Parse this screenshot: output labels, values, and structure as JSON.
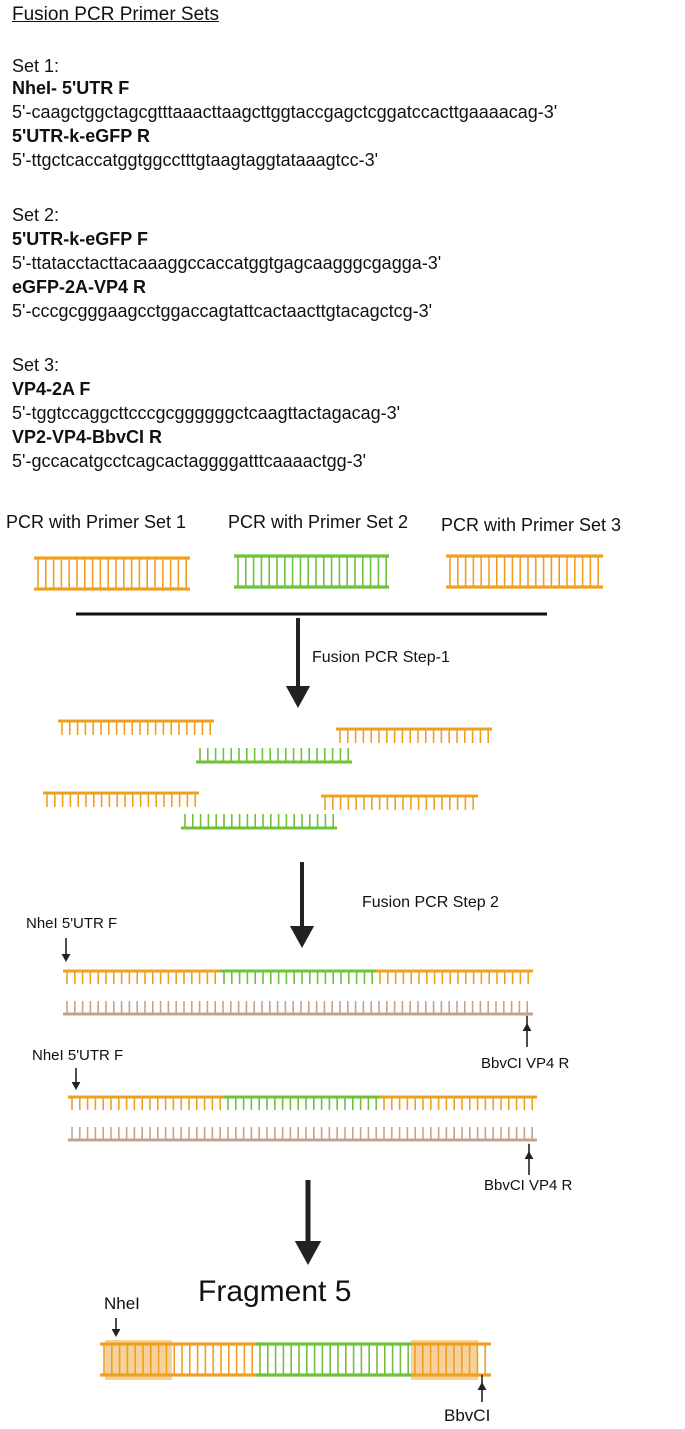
{
  "title": "Fusion PCR Primer Sets",
  "sets": [
    {
      "heading": "Set 1:",
      "primers": [
        {
          "name": "NheI- 5'UTR F",
          "seq": "5'-caagctggctagcgtttaaacttaagcttggtaccgagctcggatccacttgaaaacag-3'"
        },
        {
          "name": "5'UTR-k-eGFP R",
          "seq": "5'-ttgctcaccatggtggcctttgtaagtaggtataaagtcc-3'"
        }
      ]
    },
    {
      "heading": "Set 2:",
      "primers": [
        {
          "name": "5'UTR-k-eGFP F",
          "seq": "5'-ttatacctacttacaaaggccaccatggtgagcaagggcgagga-3'"
        },
        {
          "name": "eGFP-2A-VP4 R",
          "seq": "5'-cccgcgggaagcctggaccagtattcactaacttgtacagctcg-3'"
        }
      ]
    },
    {
      "heading": "Set 3:",
      "primers": [
        {
          "name": "VP4-2A F",
          "seq": "5'-tggtccaggcttcccgcggggggctcaagttactagacag-3'"
        },
        {
          "name": "VP2-VP4-BbvCI R",
          "seq": "5'-gccacatgcctcagcactaggggatttcaaaactgg-3'"
        }
      ]
    }
  ],
  "pcr_labels": [
    "PCR with Primer Set 1",
    "PCR with Primer Set 2",
    "PCR with Primer Set 3"
  ],
  "step1_label": "Fusion PCR Step-1",
  "step2_label": "Fusion PCR Step 2",
  "annotations": {
    "nhei_utr_f": "NheI 5'UTR F",
    "bbvci_vp4_r": "BbvCI VP4 R",
    "nhei": "NheI",
    "bbvci": "BbvCI"
  },
  "fragment_title": "Fragment 5",
  "colors": {
    "orange": "#f0a020",
    "green": "#6dc23a",
    "tan": "#c4a38c",
    "highlight": "#f5c98a",
    "arrow": "#222222"
  }
}
